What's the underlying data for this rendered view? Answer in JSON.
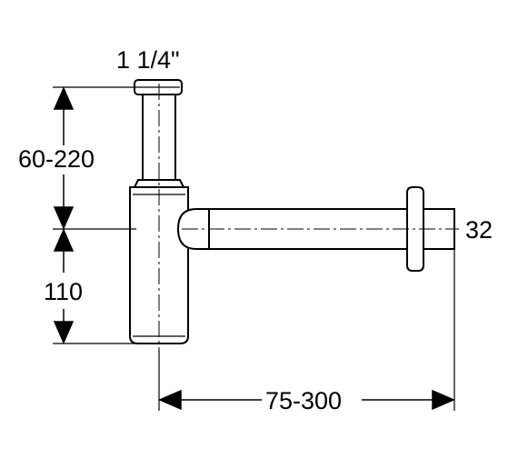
{
  "labels": {
    "thread_size": "1 1/4\"",
    "height_range": "60-220",
    "lower_height": "110",
    "outlet_diameter": "32",
    "length_range": "75-300"
  }
}
